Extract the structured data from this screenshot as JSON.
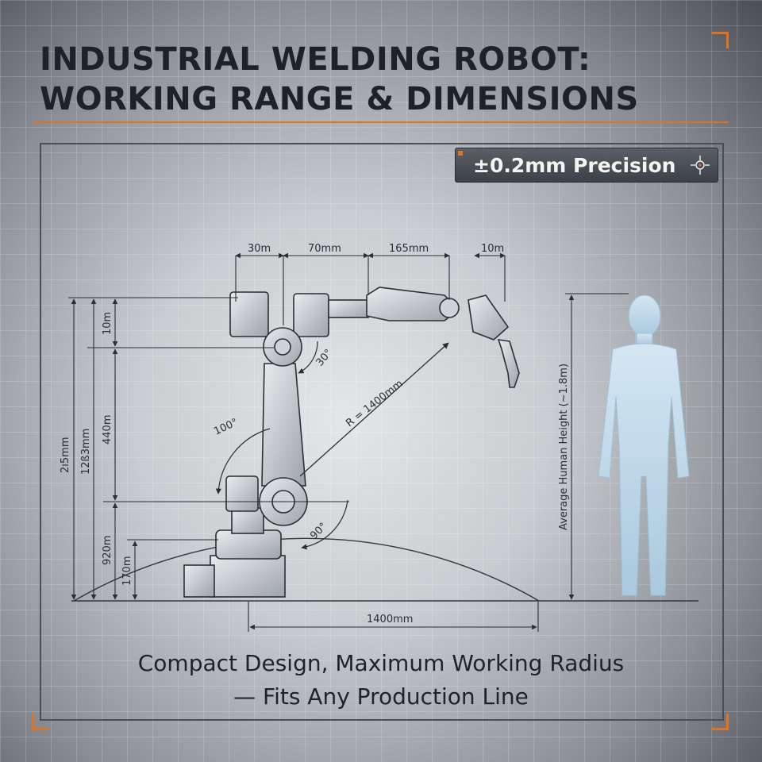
{
  "title": {
    "line1": "INDUSTRIAL WELDING ROBOT:",
    "line2": "WORKING RANGE & DIMENSIONS"
  },
  "badge": {
    "text": "±0.2mm Precision",
    "icon": "crosshair-icon"
  },
  "dimensions": {
    "top": [
      "30m",
      "70mm",
      "165mm",
      "10m"
    ],
    "left": [
      "2ı5mm",
      "12ß3mm",
      "10m",
      "440m",
      "920m",
      "170m"
    ],
    "angles": [
      "30°",
      "100°",
      "90°"
    ],
    "radius": "R = 1400mm",
    "base_width": "1400mm",
    "human_height": "Average Human Height (~1.8m)"
  },
  "tagline": {
    "line1": "Compact Design, Maximum Working Radius",
    "line2": "— Fits Any Production Line"
  },
  "colors": {
    "accent": "#e0731f",
    "text": "#1e2125",
    "silhouette": "#b9d6ea"
  }
}
